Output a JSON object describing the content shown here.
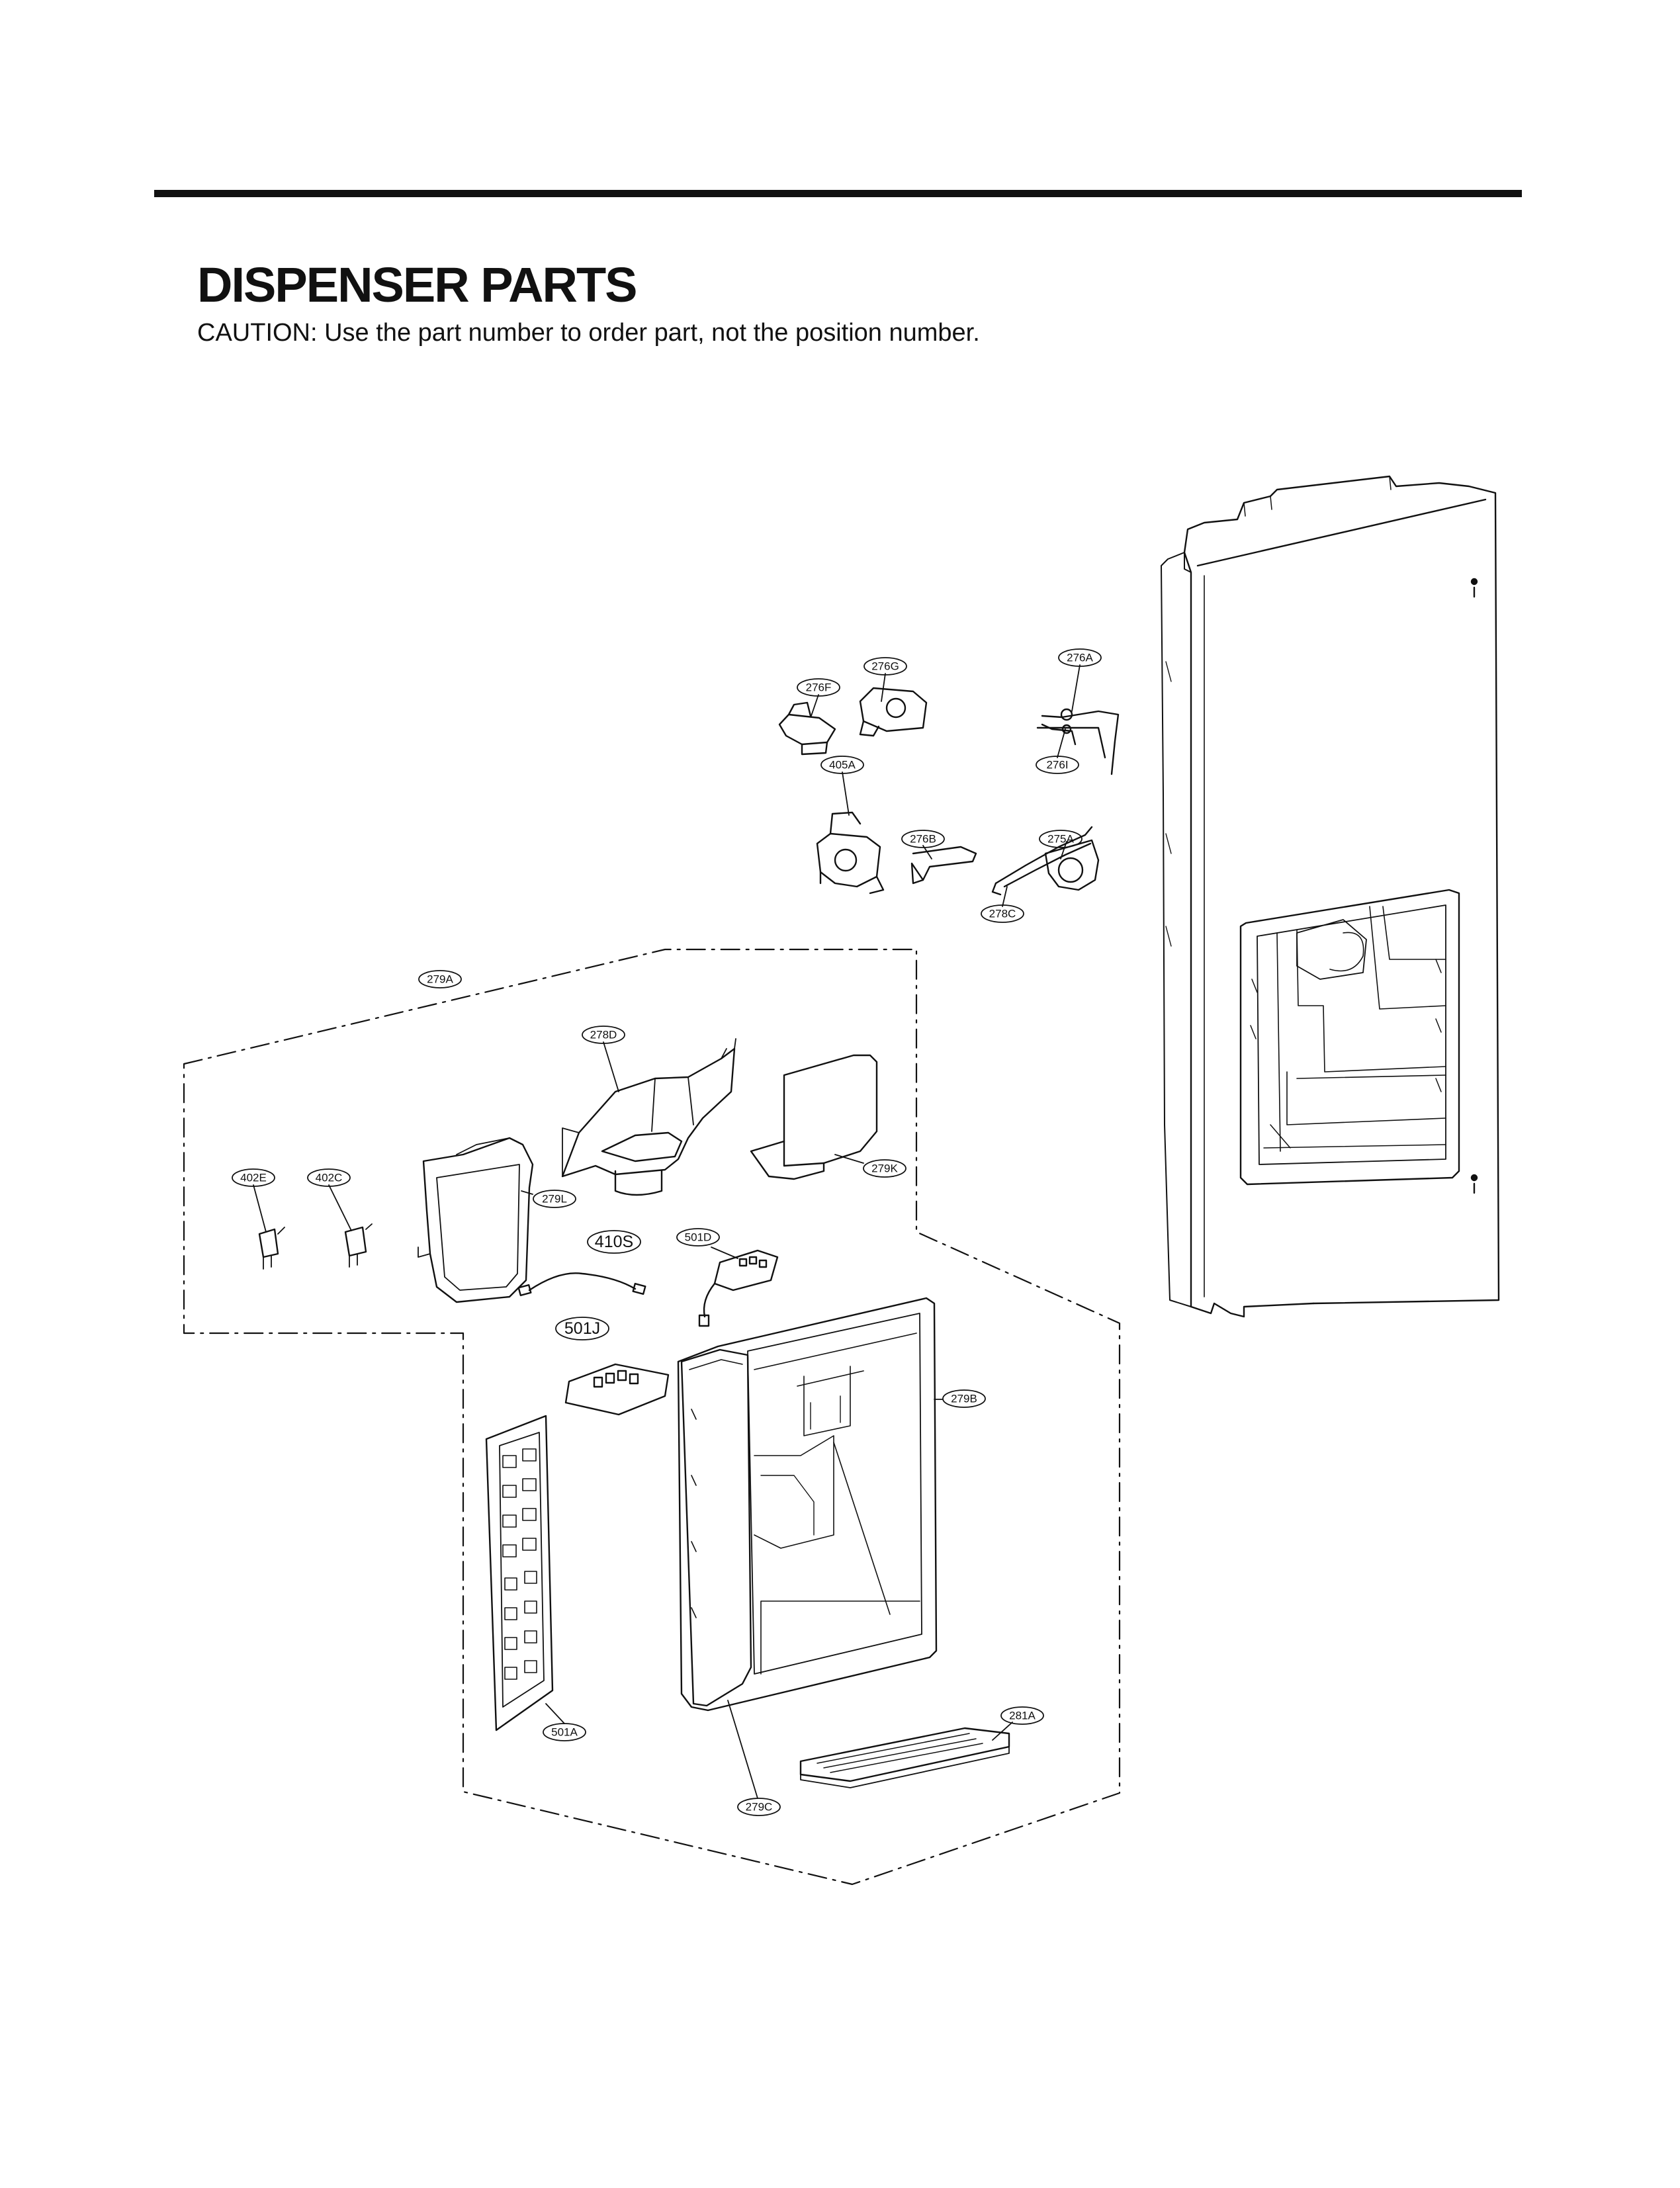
{
  "header": {
    "title": "DISPENSER PARTS",
    "caution": "CAUTION: Use the part number to order part, not the position number."
  },
  "callouts": [
    {
      "id": "276A",
      "label": "276A"
    },
    {
      "id": "276G",
      "label": "276G"
    },
    {
      "id": "276F",
      "label": "276F"
    },
    {
      "id": "276I",
      "label": "276I"
    },
    {
      "id": "405A",
      "label": "405A"
    },
    {
      "id": "276B",
      "label": "276B"
    },
    {
      "id": "275A",
      "label": "275A"
    },
    {
      "id": "278C",
      "label": "278C"
    },
    {
      "id": "279A",
      "label": "279A"
    },
    {
      "id": "278D",
      "label": "278D"
    },
    {
      "id": "402E",
      "label": "402E"
    },
    {
      "id": "402C",
      "label": "402C"
    },
    {
      "id": "279K",
      "label": "279K"
    },
    {
      "id": "279L",
      "label": "279L"
    },
    {
      "id": "410S",
      "label": "410S"
    },
    {
      "id": "501D",
      "label": "501D"
    },
    {
      "id": "501J",
      "label": "501J"
    },
    {
      "id": "279B",
      "label": "279B"
    },
    {
      "id": "501A",
      "label": "501A"
    },
    {
      "id": "281A",
      "label": "281A"
    },
    {
      "id": "279C",
      "label": "279C"
    }
  ]
}
